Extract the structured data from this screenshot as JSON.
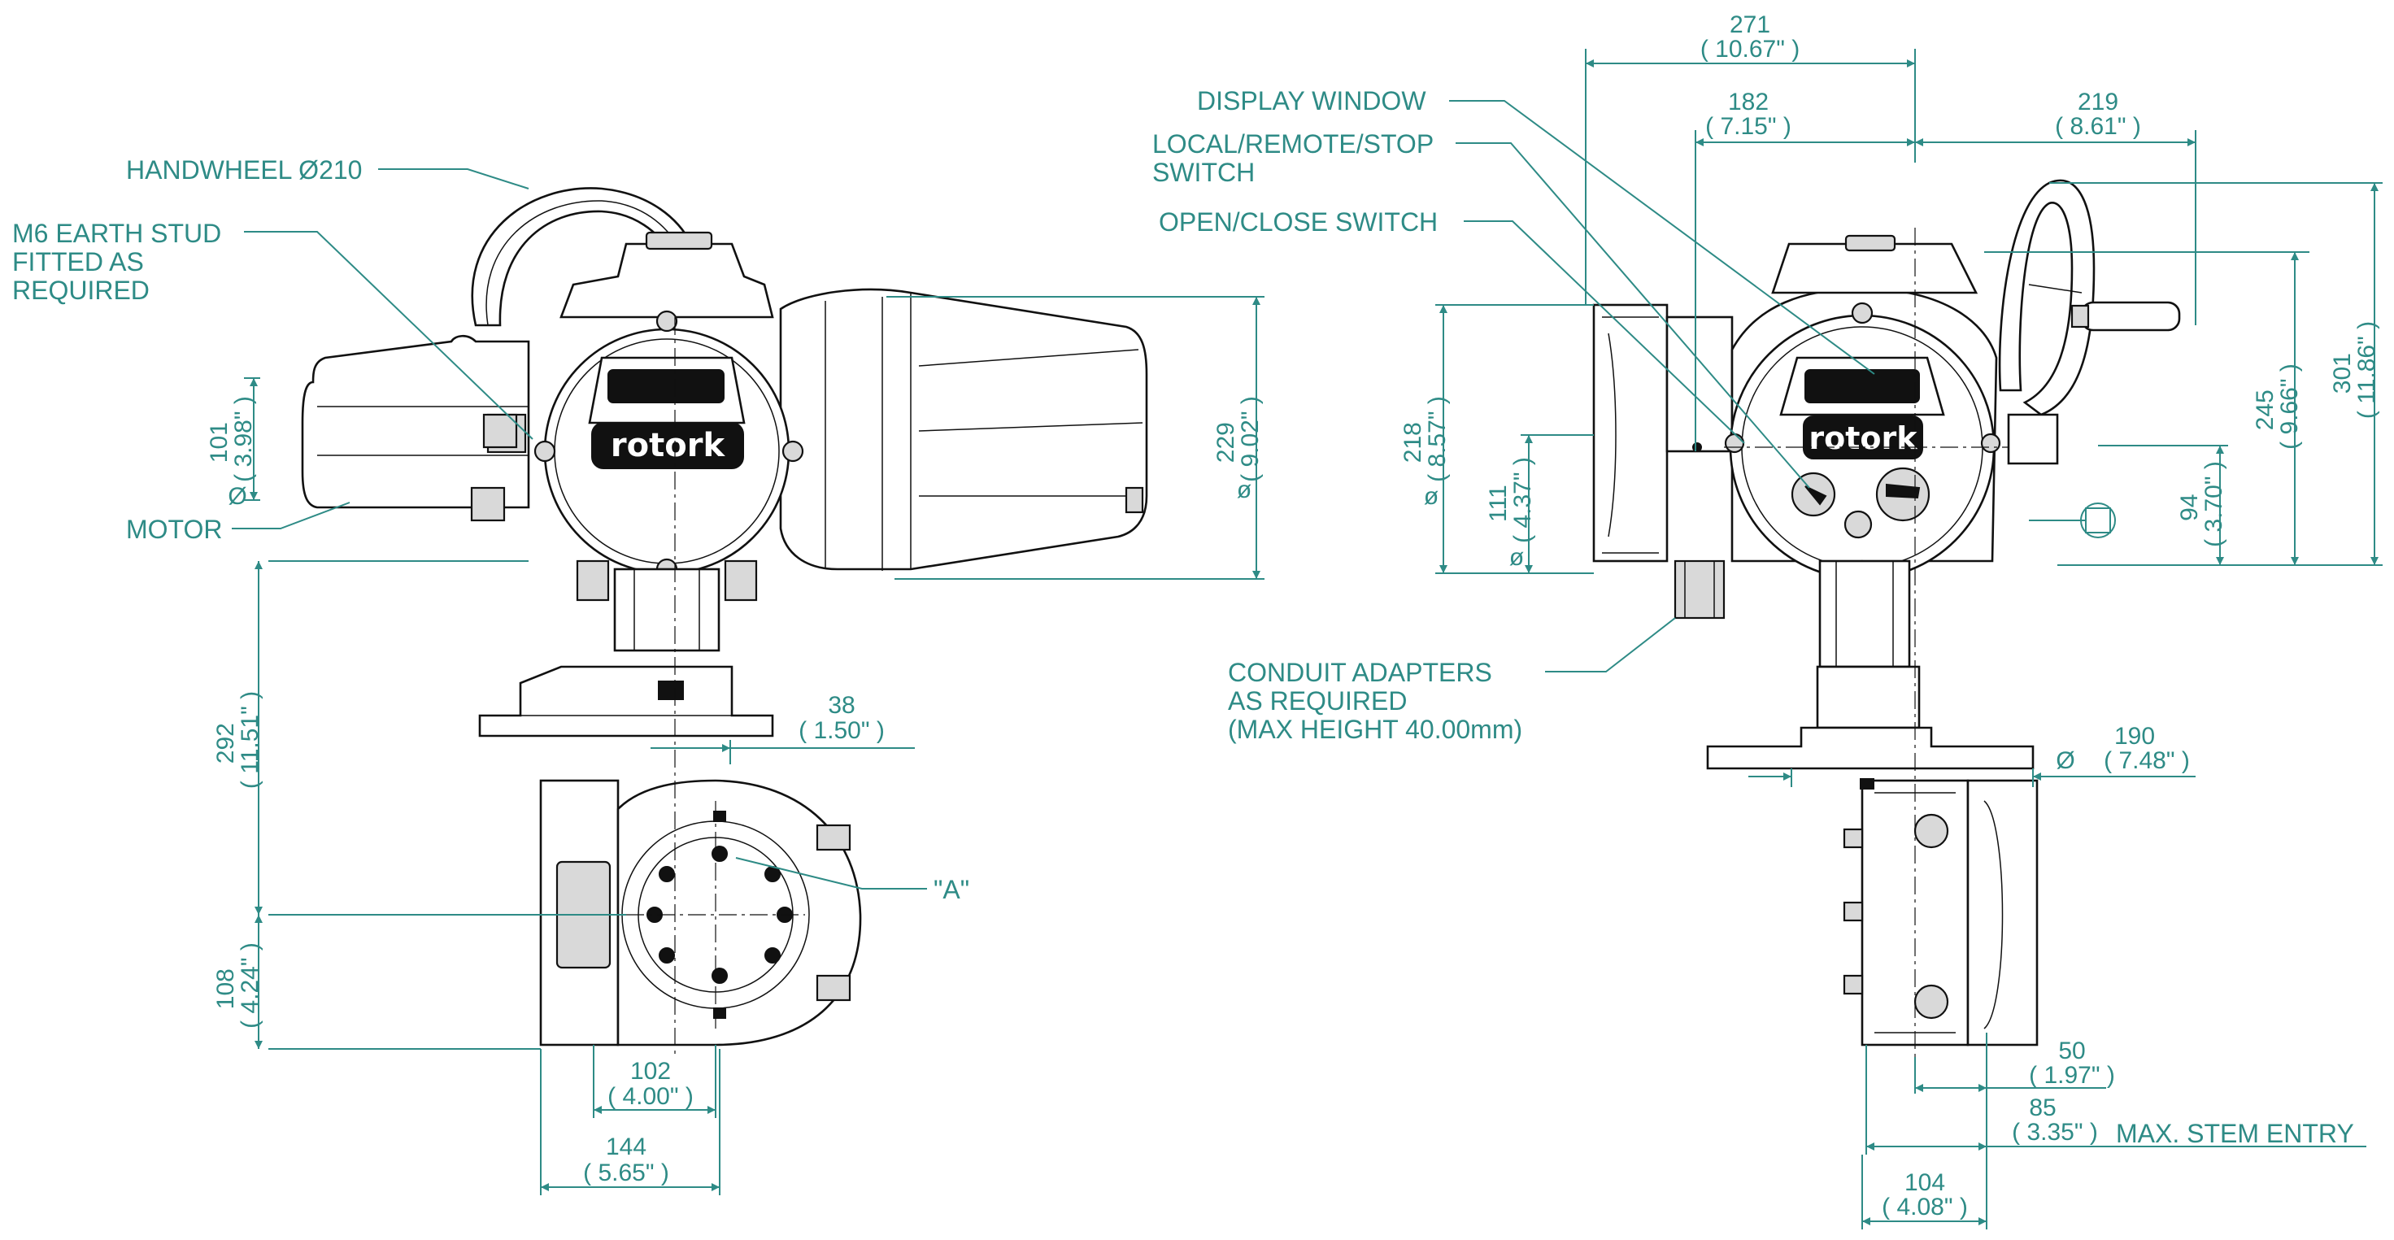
{
  "brand": "rotork",
  "left_view": {
    "callouts": {
      "handwheel": "HANDWHEEL Ø210",
      "earth_stud": [
        "M6 EARTH STUD",
        "FITTED AS",
        "REQUIRED"
      ],
      "motor": "MOTOR",
      "point_a": "\"A\""
    },
    "dims": {
      "d101": {
        "mm": "101",
        "in": "( 3.98\" )",
        "prefix": "Ø"
      },
      "d229": {
        "mm": "229",
        "in": "( 9.02\" )",
        "prefix": "ø"
      },
      "d292": {
        "mm": "292",
        "in": "( 11.51\" )"
      },
      "d108": {
        "mm": "108",
        "in": "( 4.24\" )"
      },
      "d38": {
        "mm": "38",
        "in": "( 1.50\" )"
      },
      "d102": {
        "mm": "102",
        "in": "( 4.00\" )"
      },
      "d144": {
        "mm": "144",
        "in": "( 5.65\" )"
      }
    }
  },
  "right_view": {
    "callouts": {
      "display_window": "DISPLAY WINDOW",
      "local_remote": [
        "LOCAL/REMOTE/STOP",
        "SWITCH"
      ],
      "open_close": "OPEN/CLOSE SWITCH",
      "conduit": [
        "CONDUIT ADAPTERS",
        "AS REQUIRED",
        "(MAX HEIGHT 40.00mm)"
      ],
      "max_stem": "MAX. STEM ENTRY"
    },
    "dims": {
      "d271": {
        "mm": "271",
        "in": "( 10.67\" )"
      },
      "d182": {
        "mm": "182",
        "in": "( 7.15\" )"
      },
      "d219": {
        "mm": "219",
        "in": "( 8.61\" )"
      },
      "d218": {
        "mm": "218",
        "in": "( 8.57\" )",
        "prefix": "ø"
      },
      "d111": {
        "mm": "111",
        "in": "( 4.37\" )",
        "prefix": "ø"
      },
      "d245": {
        "mm": "245",
        "in": "( 9.66\" )"
      },
      "d301": {
        "mm": "301",
        "in": "( 11.86\" )"
      },
      "d94": {
        "mm": "94",
        "in": "( 3.70\" )"
      },
      "d190": {
        "mm": "190",
        "in": "( 7.48\" )",
        "prefix": "Ø"
      },
      "d50": {
        "mm": "50",
        "in": "( 1.97\" )"
      },
      "d85": {
        "mm": "85",
        "in": "( 3.35\" )"
      },
      "d104": {
        "mm": "104",
        "in": "( 4.08\" )"
      }
    }
  },
  "colors": {
    "annotation": "#2e8b86",
    "linework": "#111111",
    "shading": "#d9d9d9"
  }
}
